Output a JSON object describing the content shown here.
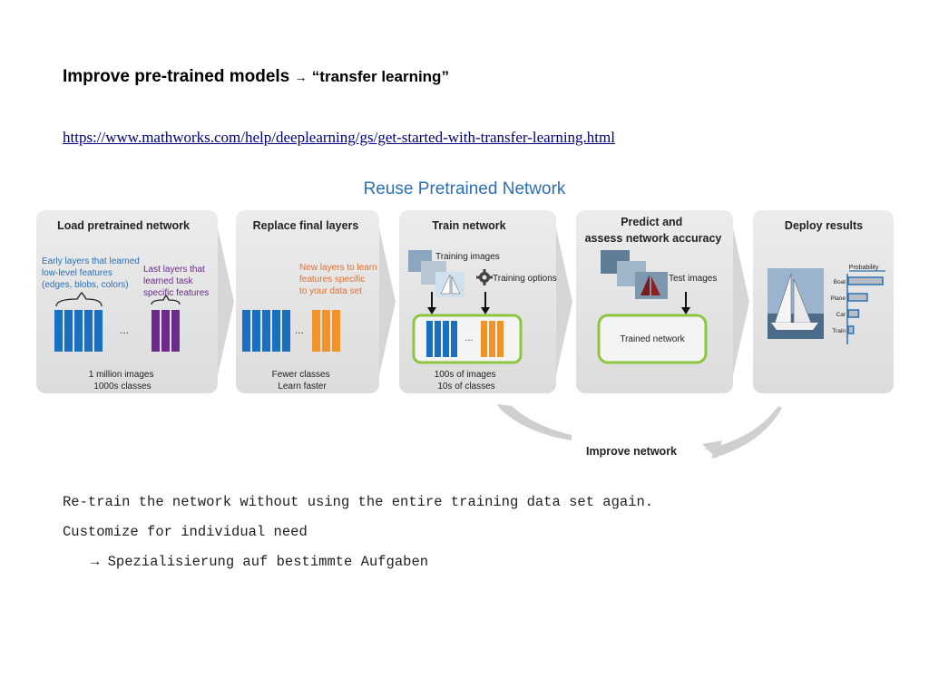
{
  "slide": {
    "title_main": "Improve pre-trained models",
    "title_arrow": "→",
    "title_quote": "“transfer learning”",
    "link": "https://www.mathworks.com/help/deeplearning/gs/get-started-with-transfer-learning.html",
    "bullets": [
      "Re-train the network without using the entire training data set again.",
      "Customize for individual need",
      "→ Spezialisierung auf bestimmte Aufgaben"
    ]
  },
  "diagram": {
    "heading": "Reuse Pretrained Network",
    "stages": [
      {
        "title": "Load pretrained network",
        "note_left": [
          "Early layers that learned",
          "low-level features",
          "(edges, blobs, colors)"
        ],
        "note_right": [
          "Last layers that",
          "learned task",
          "specific features"
        ],
        "ellipsis": "...",
        "footer": [
          "1 million images",
          "1000s classes"
        ]
      },
      {
        "title": "Replace final layers",
        "note": [
          "New layers to learn",
          "features specific",
          "to your data set"
        ],
        "ellipsis": "...",
        "footer": [
          "Fewer classes",
          "Learn faster"
        ]
      },
      {
        "title": "Train network",
        "training_images": "Training images",
        "training_options": "Training options",
        "ellipsis": "...",
        "footer": [
          "100s of images",
          "10s of classes"
        ]
      },
      {
        "title": [
          "Predict and",
          "assess network accuracy"
        ],
        "test_images": "Test images",
        "trained_network": "Trained network"
      },
      {
        "title": "Deploy results",
        "probability_label": "Probability",
        "bars": [
          {
            "label": "Boat",
            "value": 1.0
          },
          {
            "label": "Plane",
            "value": 0.55
          },
          {
            "label": "Car",
            "value": 0.3
          },
          {
            "label": "Train",
            "value": 0.15
          }
        ]
      }
    ],
    "improve": "Improve network",
    "colors": {
      "blue_layer": "#1a6fc0",
      "purple_layer": "#6b2a8c",
      "orange_layer": "#f0932b",
      "accent_blue": "#2a6fb8",
      "orange_text": "#e8702a",
      "purple_text": "#6b2a8c",
      "green_box": "#8cc63f",
      "panel": "#e4e4e4"
    }
  }
}
